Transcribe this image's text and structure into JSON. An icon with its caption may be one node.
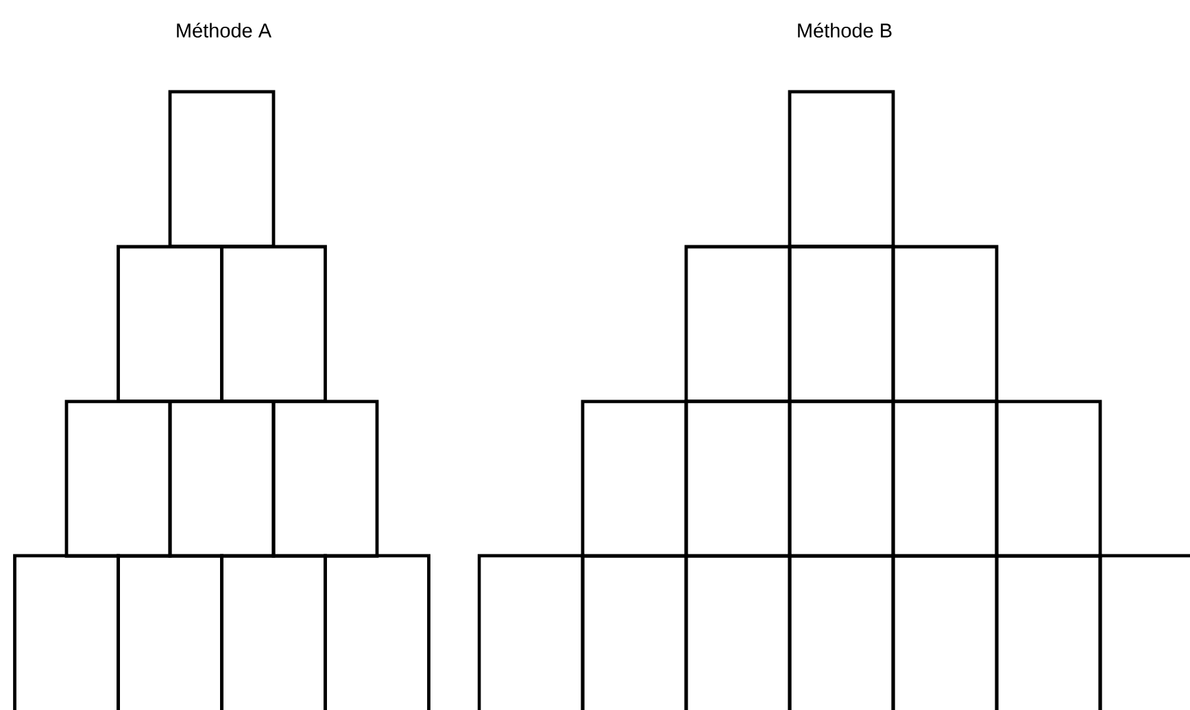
{
  "diagram": {
    "labels": [
      "Méthode A",
      "Méthode B"
    ],
    "nodes": [
      {
        "text": [],
        "shape": "box"
      },
      {
        "text": [],
        "shape": "box"
      },
      {
        "text": [],
        "shape": "box"
      },
      {
        "text": [],
        "shape": "box"
      },
      {
        "text": [],
        "shape": "box"
      },
      {
        "text": [],
        "shape": "box"
      },
      {
        "text": [],
        "shape": "box"
      },
      {
        "text": [],
        "shape": "box"
      },
      {
        "text": [],
        "shape": "box"
      },
      {
        "text": [],
        "shape": "box"
      },
      {
        "text": [],
        "shape": "box"
      },
      {
        "text": [],
        "shape": "box"
      },
      {
        "text": [],
        "shape": "box"
      },
      {
        "text": [],
        "shape": "box"
      },
      {
        "text": [],
        "shape": "box"
      },
      {
        "text": [],
        "shape": "box"
      },
      {
        "text": [],
        "shape": "box"
      },
      {
        "text": [],
        "shape": "box"
      },
      {
        "text": [],
        "shape": "box"
      },
      {
        "text": [],
        "shape": "box"
      },
      {
        "text": [],
        "shape": "box"
      },
      {
        "text": [],
        "shape": "box"
      },
      {
        "text": [],
        "shape": "box"
      },
      {
        "text": [],
        "shape": "box"
      },
      {
        "text": [],
        "shape": "box"
      },
      {
        "text": [],
        "shape": "box"
      }
    ]
  }
}
